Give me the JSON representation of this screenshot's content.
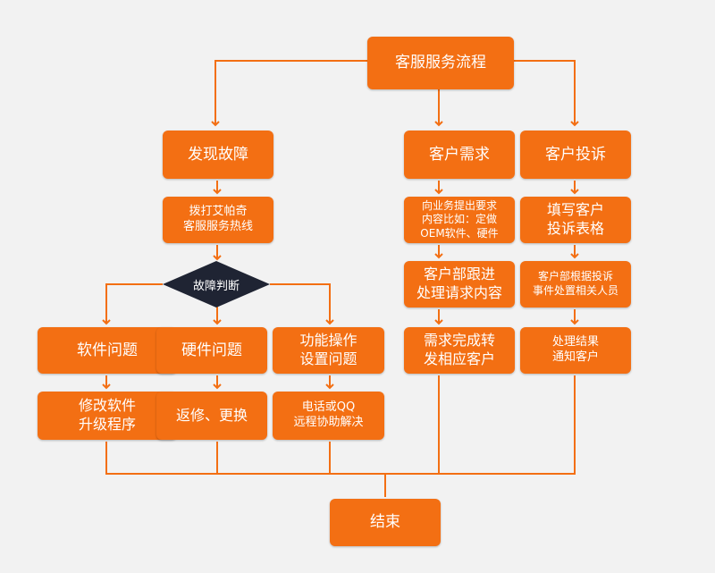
{
  "colors": {
    "node": "#f36f13",
    "line": "#f36f13",
    "decision": "#1f2433",
    "background": "#f2f2f2"
  },
  "nodes": {
    "root": "客服服务流程",
    "fault": "发现故障",
    "call": "拨打艾帕奇\n客服服务热线",
    "decision": "故障判断",
    "software": "软件问题",
    "hardware": "硬件问题",
    "function": "功能操作\n设置问题",
    "software_fix": "修改软件\n升级程序",
    "hardware_fix": "返修、更换",
    "function_fix": "电话或QQ\n远程协助解决",
    "demand": "客户需求",
    "demand_detail": "向业务提出要求\n内容比如：定做\nOEM软件、硬件",
    "demand_follow": "客户部跟进\n处理请求内容",
    "demand_done": "需求完成转\n发相应客户",
    "complaint": "客户投诉",
    "complaint_form": "填写客户\n投诉表格",
    "complaint_assign": "客户部根据投诉\n事件处置相关人员",
    "complaint_result": "处理结果\n通知客户",
    "end": "结束"
  }
}
